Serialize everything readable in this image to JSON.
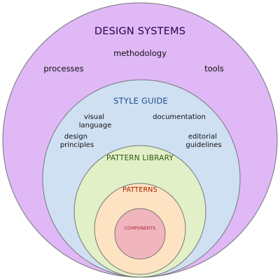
{
  "colors": {
    "design_systems_fill": "#dfb8f5",
    "style_guide_fill": "#cfe0f3",
    "pattern_library_fill": "#e2f0c8",
    "patterns_fill": "#fde3c2",
    "components_fill": "#f1b5bd"
  },
  "design_systems": {
    "title": "DESIGN SYSTEMS",
    "items": [
      "methodology",
      "processes",
      "tools"
    ]
  },
  "style_guide": {
    "title": "STYLE GUIDE",
    "items": [
      {
        "lines": [
          "visual",
          "language"
        ]
      },
      {
        "lines": [
          "documentation"
        ]
      },
      {
        "lines": [
          "design",
          "principles"
        ]
      },
      {
        "lines": [
          "editorial",
          "guidelines"
        ]
      }
    ]
  },
  "pattern_library": {
    "title": "PATTERN LIBRARY"
  },
  "patterns": {
    "title": "PATTERNS"
  },
  "components": {
    "title": "COMPONENTS"
  }
}
